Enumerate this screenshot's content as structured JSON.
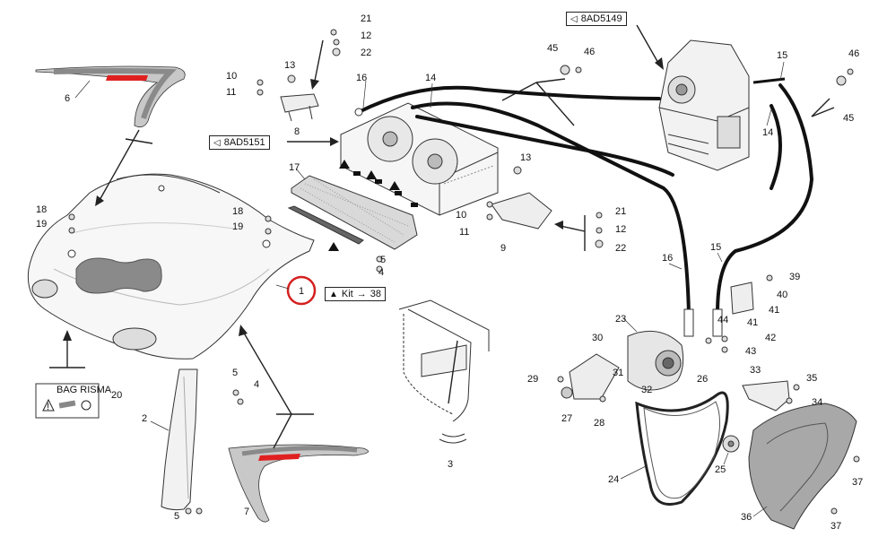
{
  "references": {
    "ref_top_right": "8AD5149",
    "ref_left": "8AD5151",
    "kit_label": "Kit",
    "kit_number": "38"
  },
  "warning_label": {
    "heading": "BAG RISMA"
  },
  "callouts": {
    "c1": "1",
    "c2": "2",
    "c3": "3",
    "c4a": "4",
    "c4b": "4",
    "c5a": "5",
    "c5b": "5",
    "c5c": "5",
    "c6": "6",
    "c7": "7",
    "c8": "8",
    "c9": "9",
    "c10a": "10",
    "c10b": "10",
    "c11a": "11",
    "c11b": "11",
    "c12a": "12",
    "c12b": "12",
    "c13a": "13",
    "c13b": "13",
    "c14a": "14",
    "c14b": "14",
    "c15a": "15",
    "c15b": "15",
    "c16a": "16",
    "c16b": "16",
    "c17": "17",
    "c18a": "18",
    "c18b": "18",
    "c19a": "19",
    "c19b": "19",
    "c20": "20",
    "c21a": "21",
    "c21b": "21",
    "c22a": "22",
    "c22b": "22",
    "c23": "23",
    "c24": "24",
    "c25": "25",
    "c26": "26",
    "c27": "27",
    "c28": "28",
    "c29": "29",
    "c30": "30",
    "c31": "31",
    "c32": "32",
    "c33": "33",
    "c34": "34",
    "c35": "35",
    "c36": "36",
    "c37a": "37",
    "c37b": "37",
    "c39": "39",
    "c40": "40",
    "c41a": "41",
    "c41b": "41",
    "c42": "42",
    "c43": "43",
    "c44": "44",
    "c45a": "45",
    "c45b": "45",
    "c46a": "46",
    "c46b": "46"
  },
  "colors": {
    "stroke": "#222222",
    "hose": "#111111",
    "highlight_circle": "#d42020",
    "stripe_red": "#e02020",
    "fill_light": "#f4f4f4",
    "fill_grey": "#8a8a8a"
  }
}
